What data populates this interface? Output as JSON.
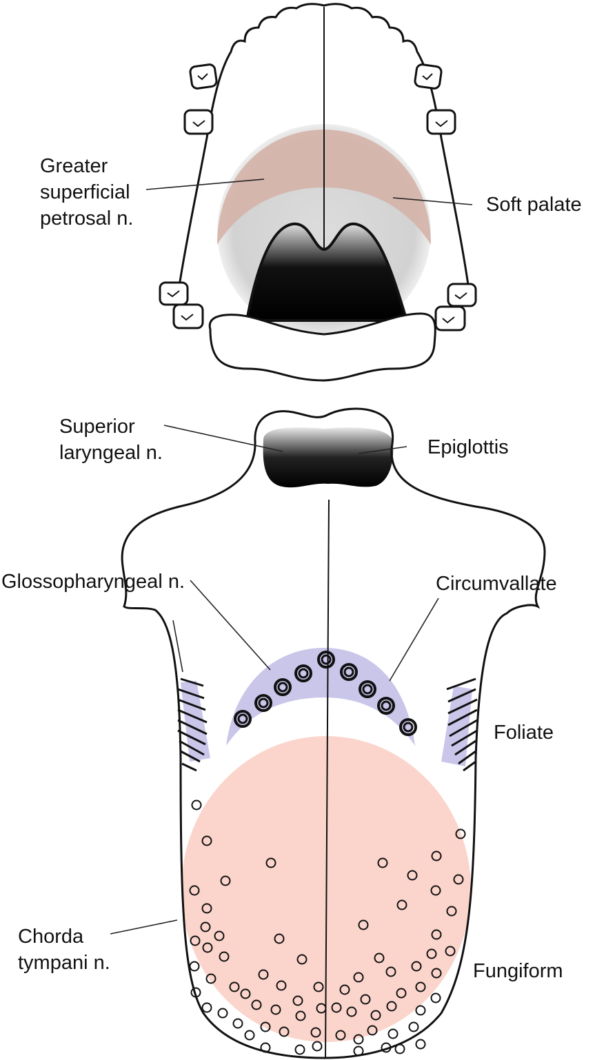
{
  "labels": {
    "greater_superficial_petrosal": [
      "Greater",
      "superficial",
      "petrosal n."
    ],
    "soft_palate": "Soft palate",
    "superior_laryngeal": [
      "Superior",
      "laryngeal n."
    ],
    "epiglottis": "Epiglottis",
    "glossopharyngeal": "Glossopharyngeal n.",
    "circumvallate": "Circumvallate",
    "foliate": "Foliate",
    "chorda_tympani": [
      "Chorda",
      "tympani n."
    ],
    "fungiform": "Fungiform"
  },
  "colors": {
    "petrosal_region": "#d4b3a8",
    "glossopharyngeal_region": "#c9c6ea",
    "chorda_region": "#fbd5cc",
    "soft_palate_gray": "#d8d8d8",
    "outline": "#111111"
  }
}
